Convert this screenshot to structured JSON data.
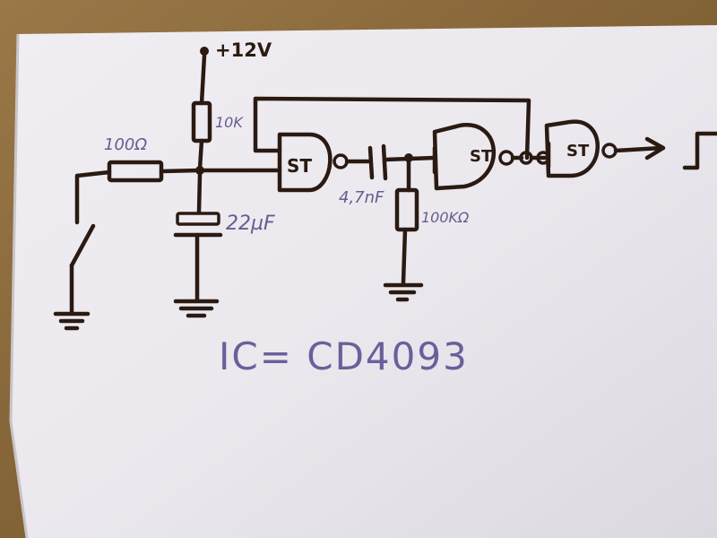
{
  "labels": {
    "supply": "+12V",
    "r_pullup": "10K",
    "r_series": "100Ω",
    "c_debounce": "22µF",
    "c_coupling": "4,7nF",
    "r_pulldown": "100KΩ",
    "gate1": "ST",
    "gate2": "ST",
    "gate3": "ST",
    "ic": "IC= CD4093"
  },
  "colors": {
    "desk": "#8a6a3a",
    "paper": "#eeebef",
    "ink": "#2a1a12",
    "pencil": "#6a5a92"
  }
}
